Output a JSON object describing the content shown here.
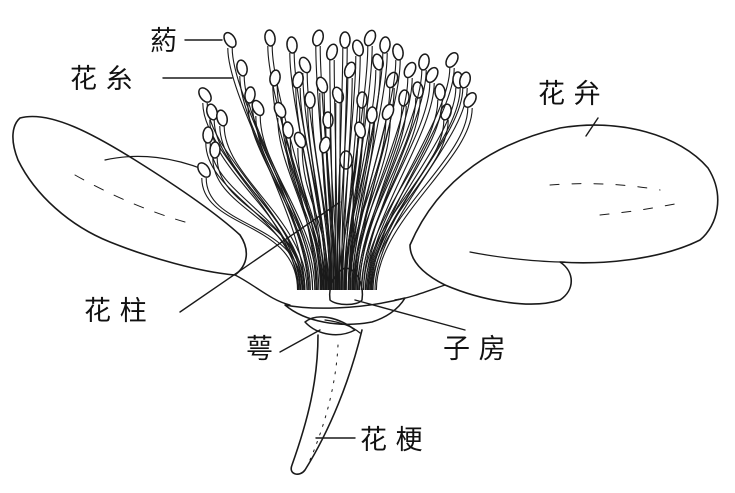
{
  "diagram": {
    "labels": {
      "anther": "葯",
      "filament": "花 糸",
      "petal": "花 弁",
      "style": "花 柱",
      "sepal": "萼",
      "ovary": "子 房",
      "pedicel": "花 梗"
    }
  },
  "colors": {
    "ink": "#1a1a1a",
    "background": "#ffffff"
  }
}
